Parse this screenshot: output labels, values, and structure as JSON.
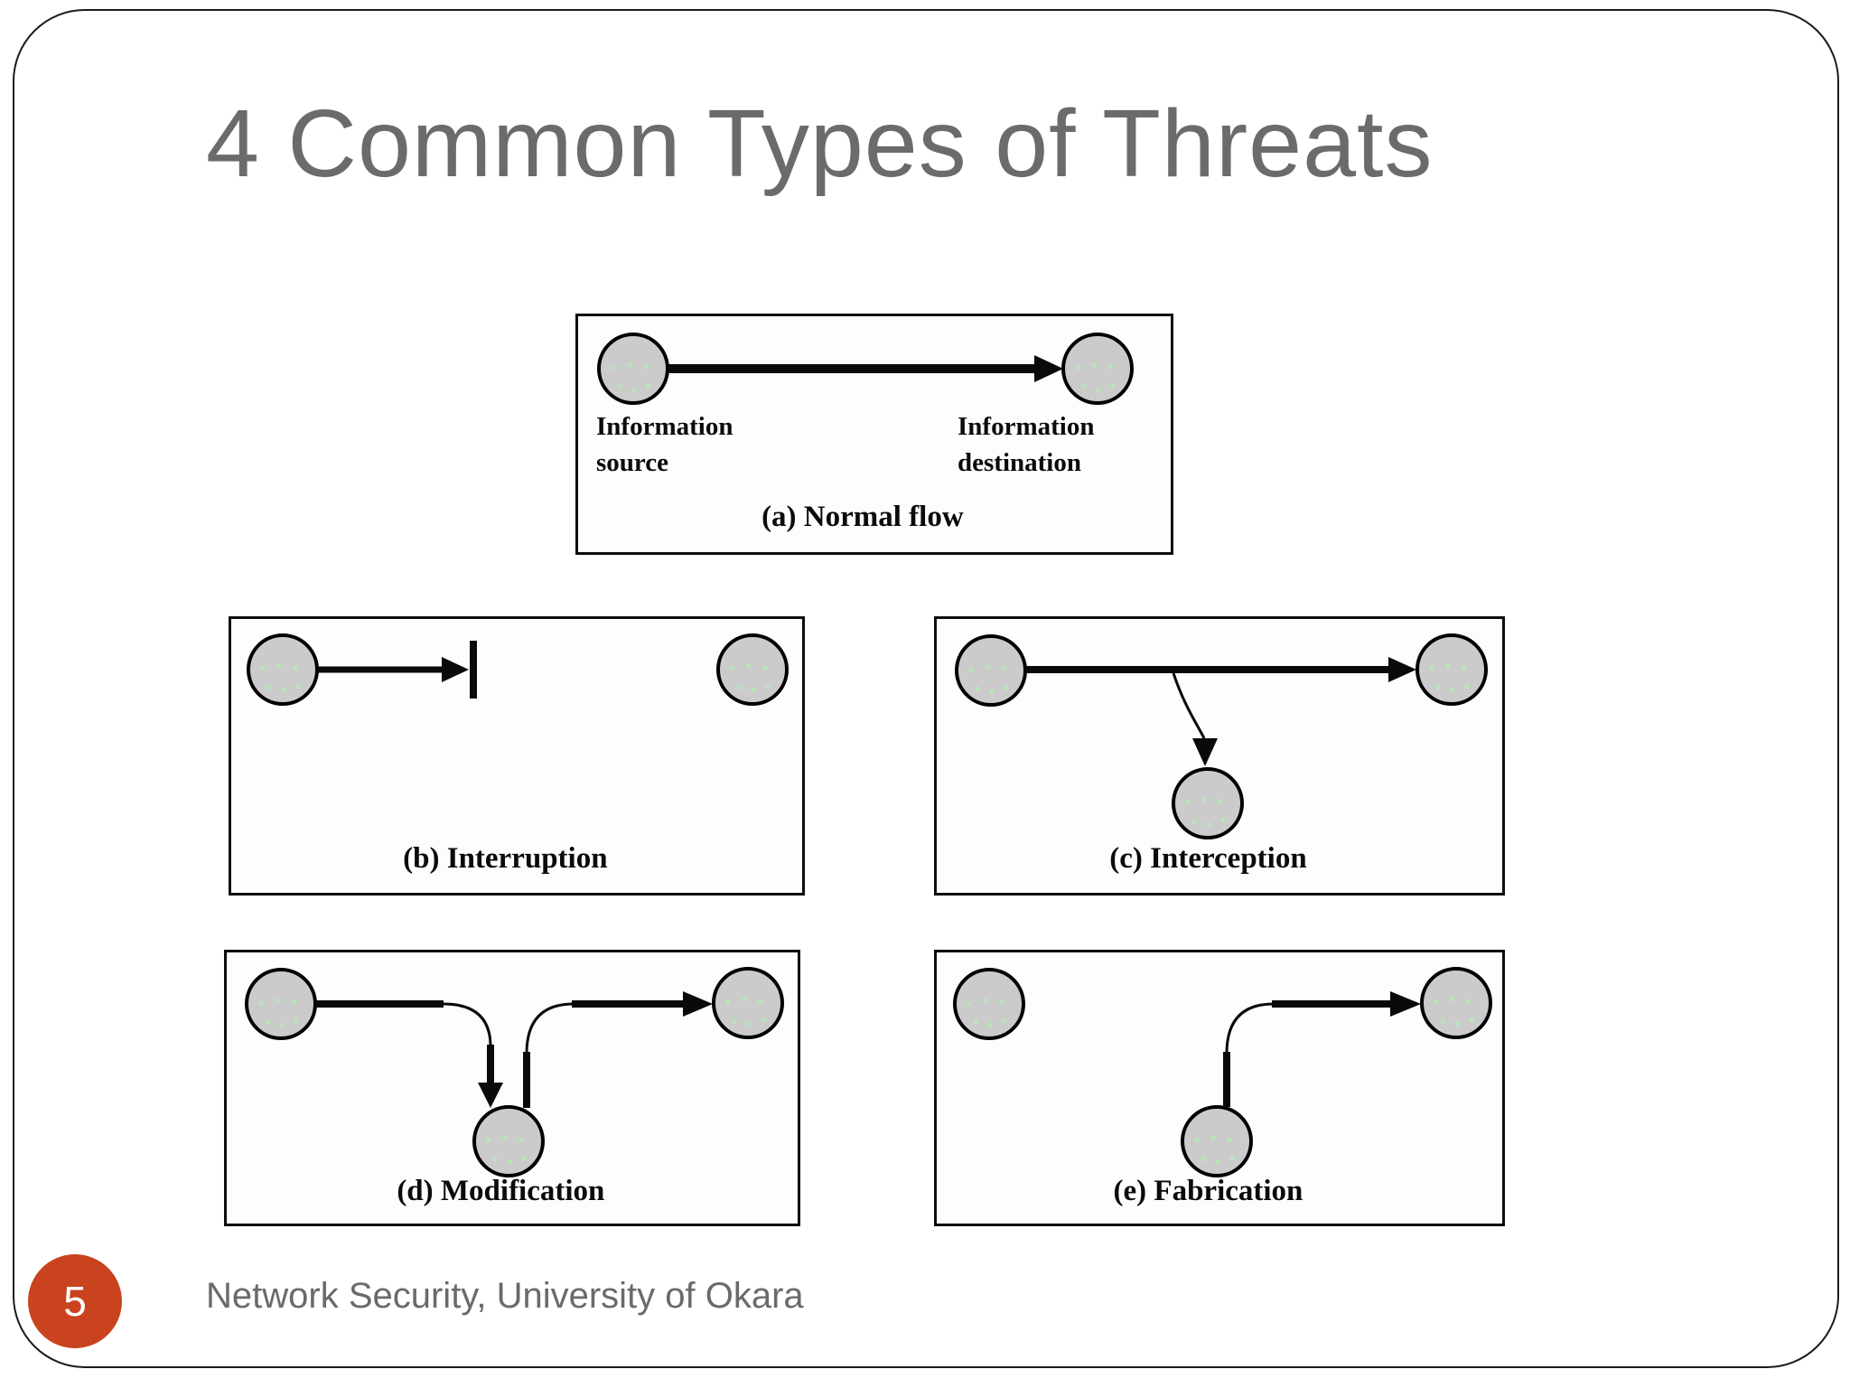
{
  "slide": {
    "title": "4 Common Types of Threats",
    "page_number": "5",
    "footer": "Network Security, University of Okara",
    "accent_color": "#c8431e"
  },
  "diagrams": {
    "normal_flow": {
      "caption": "(a) Normal flow",
      "source_label": [
        "Information",
        "source"
      ],
      "destination_label": [
        "Information",
        "destination"
      ]
    },
    "interruption": {
      "caption": "(b) Interruption"
    },
    "interception": {
      "caption": "(c) Interception"
    },
    "modification": {
      "caption": "(d) Modification"
    },
    "fabrication": {
      "caption": "(e) Fabrication"
    }
  }
}
